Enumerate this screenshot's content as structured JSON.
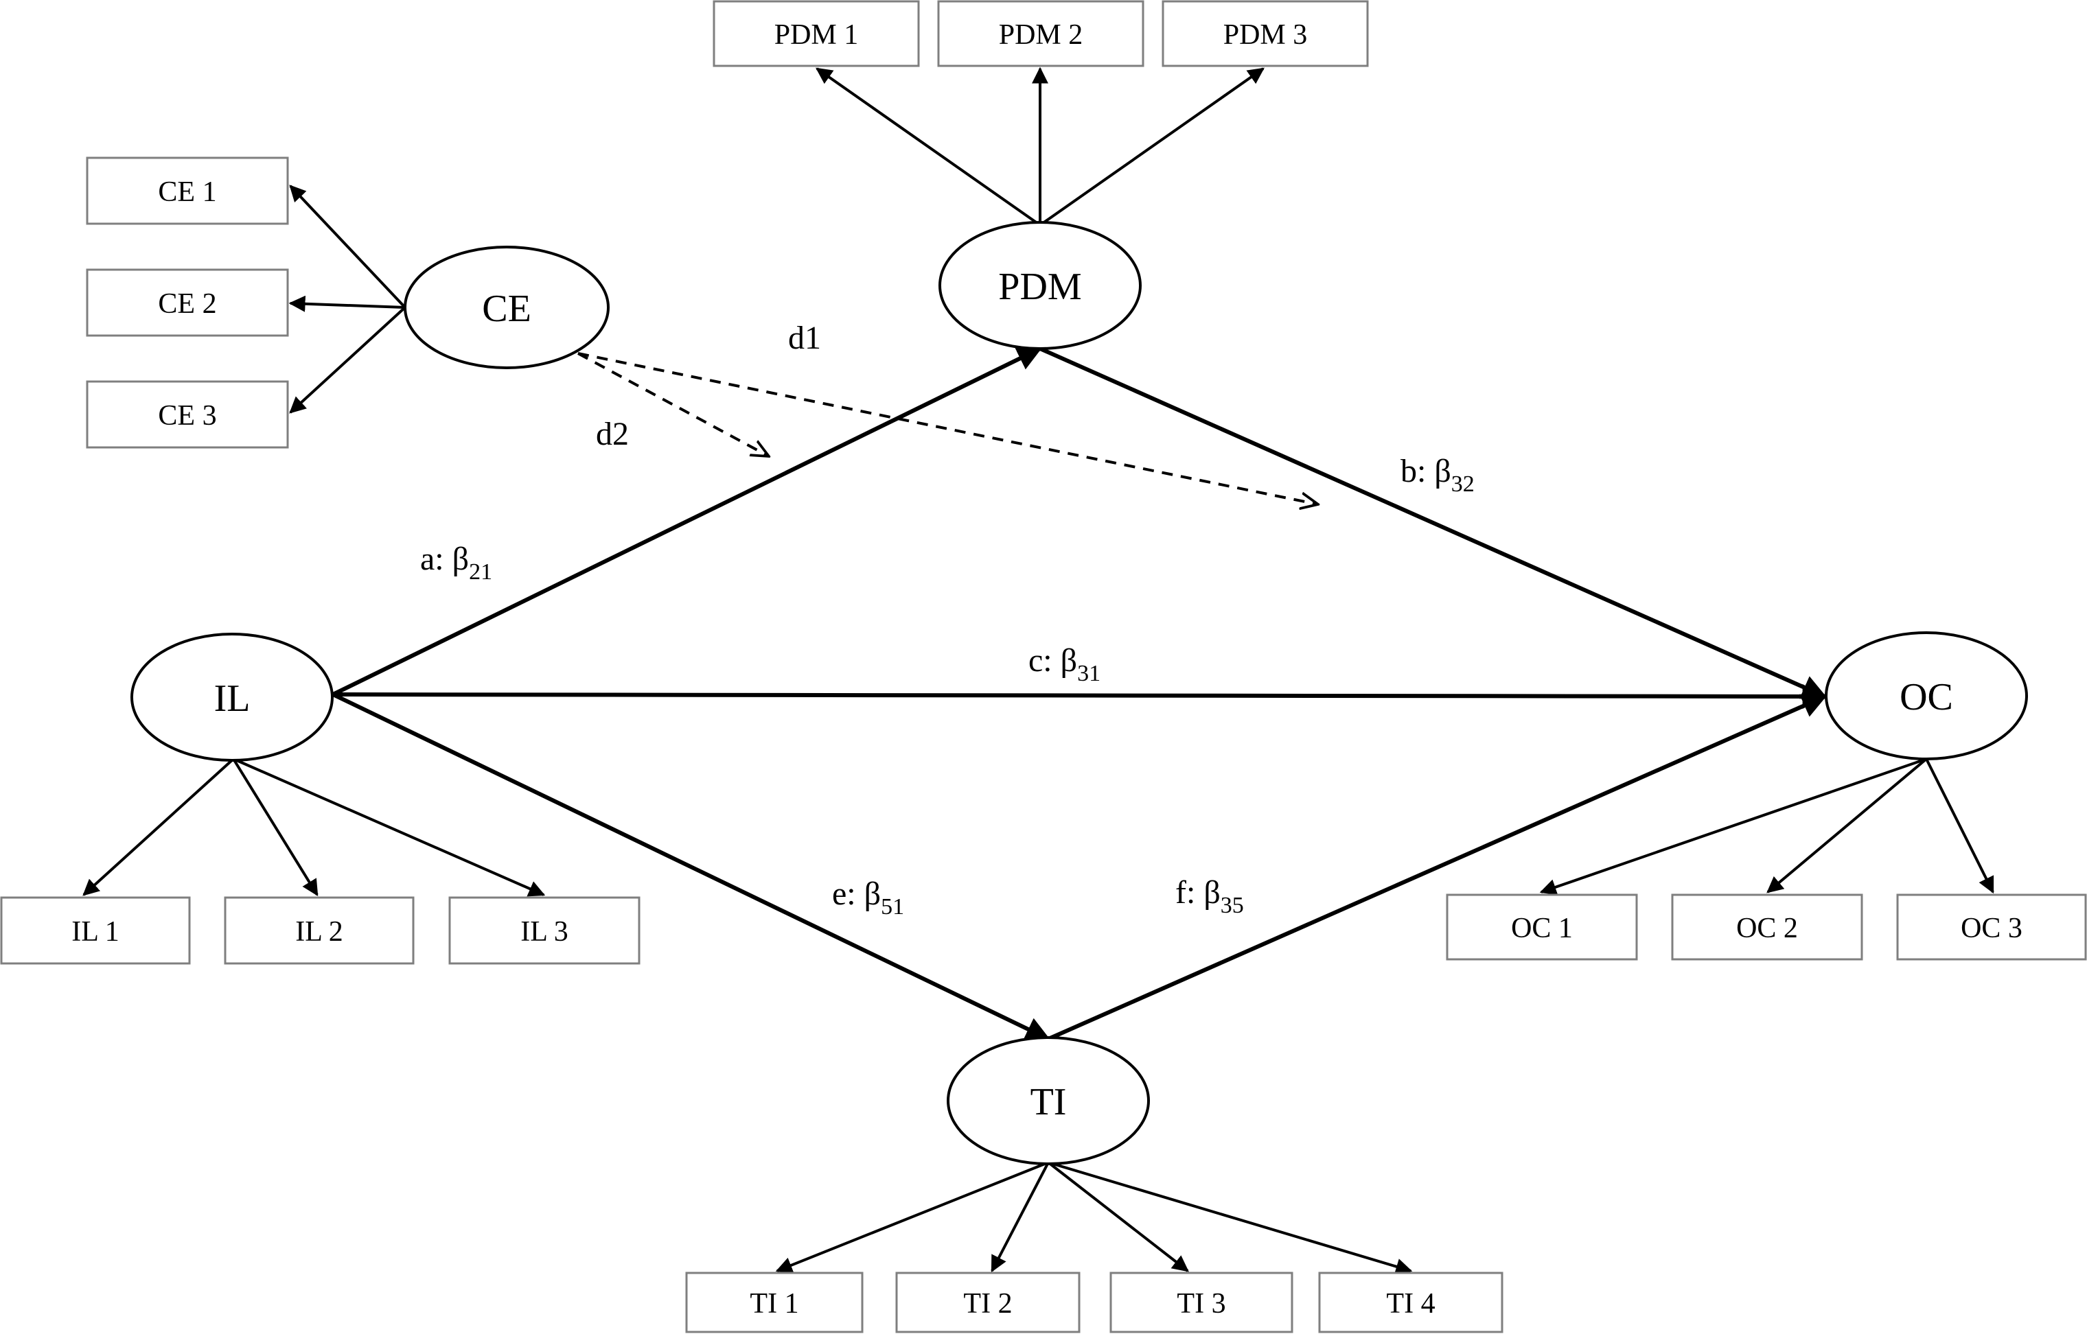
{
  "diagram": {
    "latents": {
      "ce": "CE",
      "pdm": "PDM",
      "il": "IL",
      "oc": "OC",
      "ti": "TI"
    },
    "indicators": {
      "ce": [
        "CE 1",
        "CE 2",
        "CE 3"
      ],
      "pdm": [
        "PDM 1",
        "PDM 2",
        "PDM 3"
      ],
      "il": [
        "IL 1",
        "IL 2",
        "IL 3"
      ],
      "oc": [
        "OC 1",
        "OC 2",
        "OC 3"
      ],
      "ti": [
        "TI 1",
        "TI 2",
        "TI 3",
        "TI 4"
      ]
    },
    "paths": {
      "a": {
        "prefix": "a: β",
        "sub": "21"
      },
      "b": {
        "prefix": "b: β",
        "sub": "32"
      },
      "c": {
        "prefix": "c: β",
        "sub": "31"
      },
      "e": {
        "prefix": "e: β",
        "sub": "51"
      },
      "f": {
        "prefix": "f: β",
        "sub": "35"
      }
    },
    "moderation": {
      "d1": "d1",
      "d2": "d2"
    }
  }
}
